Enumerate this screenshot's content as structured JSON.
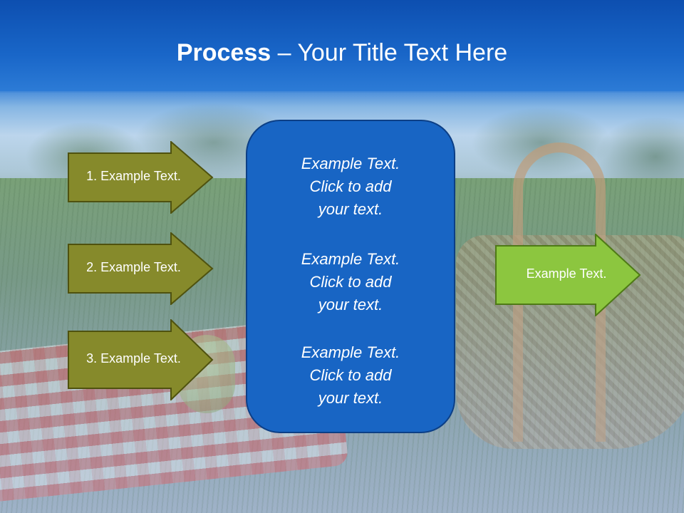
{
  "title": {
    "bold": "Process",
    "rest": " – Your Title Text Here"
  },
  "steps": [
    {
      "label": "1. Example Text."
    },
    {
      "label": "2. Example Text."
    },
    {
      "label": "3. Example Text."
    }
  ],
  "center": [
    {
      "line1": "Example Text.",
      "line2": "Click  to add",
      "line3": "your text."
    },
    {
      "line1": "Example Text.",
      "line2": "Click  to add",
      "line3": "your text."
    },
    {
      "line1": "Example Text.",
      "line2": "Click  to add",
      "line3": "your text."
    }
  ],
  "result": {
    "label": "Example Text."
  },
  "colors": {
    "title_bar": "#1966c8",
    "step_arrow_fill": "#868a2b",
    "result_arrow_fill": "#8cc63f",
    "center_box_fill": "#1865c4"
  }
}
